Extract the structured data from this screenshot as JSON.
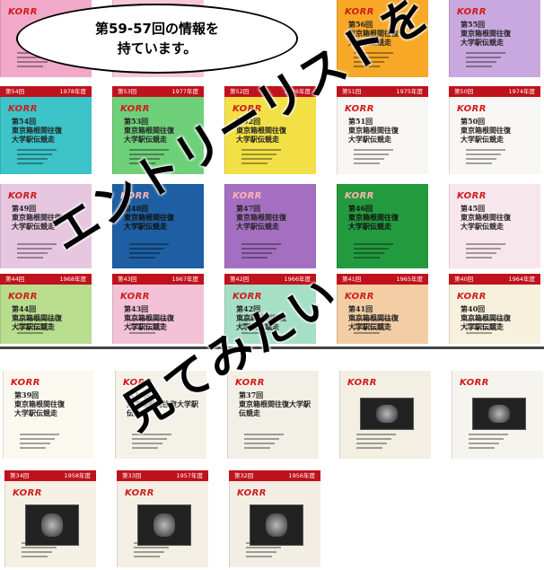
{
  "bubble": {
    "line1": "第59-57回の情報を",
    "line2": "持ています。"
  },
  "overlay": {
    "line1": "エントリーリストを",
    "line2": "見てみたい"
  },
  "brand_label": "KORR",
  "rows": [
    {
      "cards": [
        {
          "header_left": "",
          "header_right": "",
          "title": "",
          "color": "#f1a9c9",
          "has_header": false
        },
        {
          "header_left": "",
          "header_right": "",
          "title": "",
          "color": "#f7c9d8",
          "has_header": false
        },
        {
          "header_left": "",
          "header_right": "",
          "title": "第56回\n東京箱根間往復\n大学駅伝競走",
          "color": "#f6a826",
          "has_header": false
        },
        {
          "header_left": "",
          "header_right": "",
          "title": "第55回\n東京箱根間往復\n大学駅伝競走",
          "color": "#c8a8de",
          "has_header": false
        }
      ]
    },
    {
      "cards": [
        {
          "header_left": "第54回",
          "header_right": "1978年度",
          "title": "第54回\n東京箱根間往復\n大学駅伝競走",
          "color": "#3cc4c8",
          "has_header": true
        },
        {
          "header_left": "第53回",
          "header_right": "1977年度",
          "title": "第53回\n東京箱根間往復\n大学駅伝競走",
          "color": "#6fd07a",
          "has_header": true
        },
        {
          "header_left": "第52回",
          "header_right": "1976年度",
          "title": "第52回\n東京箱根間往復\n大学駅伝競走",
          "color": "#f2e046",
          "has_header": true
        },
        {
          "header_left": "第51回",
          "header_right": "1975年度",
          "title": "第51回\n東京箱根間往復\n大学駅伝競走",
          "color": "#f8f6f2",
          "has_header": true
        },
        {
          "header_left": "第50回",
          "header_right": "1974年度",
          "title": "第50回\n東京箱根間往復\n大学駅伝競走",
          "color": "#f7f6f4",
          "has_header": true
        }
      ]
    },
    {
      "cards": [
        {
          "header_left": "",
          "header_right": "",
          "title": "第49回\n東京箱根間往復\n大学駅伝競走",
          "color": "#e7c6e0",
          "has_header": false
        },
        {
          "header_left": "",
          "header_right": "",
          "title": "第48回\n東京箱根間往復\n大学駅伝競走",
          "color": "#1d5fa2",
          "has_header": false
        },
        {
          "header_left": "",
          "header_right": "",
          "title": "第47回\n東京箱根間往復\n大学駅伝競走",
          "color": "#a46fc0",
          "has_header": false
        },
        {
          "header_left": "",
          "header_right": "",
          "title": "第46回\n東京箱根間往復\n大学駅伝競走",
          "color": "#249a3e",
          "has_header": false
        },
        {
          "header_left": "",
          "header_right": "",
          "title": "第45回\n東京箱根間往復\n大学駅伝競走",
          "color": "#f7e6ec",
          "has_header": false
        }
      ]
    },
    {
      "cards": [
        {
          "header_left": "第44回",
          "header_right": "1968年度",
          "title": "第44回\n東京箱根間往復\n大学駅伝競走",
          "color": "#b9dd8e",
          "has_header": true
        },
        {
          "header_left": "第43回",
          "header_right": "1967年度",
          "title": "第43回\n東京箱根間往復\n大学駅伝競走",
          "color": "#f3c2d6",
          "has_header": true
        },
        {
          "header_left": "第42回",
          "header_right": "1966年度",
          "title": "第42回\n東京箱根間往復\n大学駅伝競走",
          "color": "#a5dfc6",
          "has_header": true
        },
        {
          "header_left": "第41回",
          "header_right": "1965年度",
          "title": "第41回\n東京箱根間往復\n大学駅伝競走",
          "color": "#f3cda4",
          "has_header": true
        },
        {
          "header_left": "第40回",
          "header_right": "1964年度",
          "title": "第40回\n東京箱根間往復\n大学駅伝競走",
          "color": "#f7f0dc",
          "has_header": true
        }
      ]
    },
    {
      "cards": [
        {
          "header_left": "",
          "header_right": "",
          "title": "第39回\n東京箱根間往復\n大学駅伝競走",
          "color": "#fbf8ef",
          "has_header": false
        },
        {
          "header_left": "",
          "header_right": "",
          "title": "第38回\n東京箱根間往復大学駅伝競走",
          "color": "#f4f1e8",
          "has_header": false
        },
        {
          "header_left": "",
          "header_right": "",
          "title": "第37回\n東京箱根間往復大学駅伝競走",
          "color": "#f2efe6",
          "has_header": false
        },
        {
          "header_left": "",
          "header_right": "",
          "title": "",
          "color": "#f3efe3",
          "has_header": false
        },
        {
          "header_left": "",
          "header_right": "",
          "title": "",
          "color": "#f6f4ee",
          "has_header": false
        }
      ]
    },
    {
      "cards": [
        {
          "header_left": "第34回",
          "header_right": "1958年度",
          "title": "",
          "color": "#f4f0e4",
          "has_header": true
        },
        {
          "header_left": "第33回",
          "header_right": "1957年度",
          "title": "",
          "color": "#f3efe4",
          "has_header": true
        },
        {
          "header_left": "第32回",
          "header_right": "1956年度",
          "title": "",
          "color": "#f2eee4",
          "has_header": true
        }
      ]
    }
  ]
}
